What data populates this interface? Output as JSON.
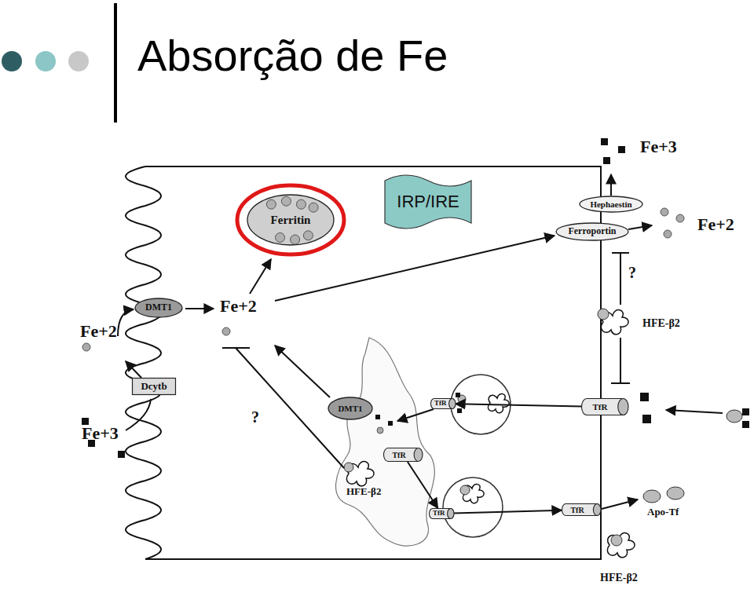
{
  "diagram": {
    "title": "Absorção de Fe",
    "nodes": [
      {
        "text": [
          "Ferritin"
        ]
      },
      {
        "text": [
          "IRP/IRE"
        ]
      },
      {
        "text": [
          "Hephaestin"
        ]
      },
      {
        "text": [
          "Ferroportin"
        ]
      },
      {
        "text": [
          "DMT1"
        ]
      },
      {
        "text": [
          "Dcytb"
        ]
      },
      {
        "text": [
          "DMT1"
        ]
      },
      {
        "text": [
          "TfR"
        ]
      },
      {
        "text": [
          "TfR"
        ]
      },
      {
        "text": [
          "TfR"
        ]
      },
      {
        "text": [
          "TfR"
        ]
      },
      {
        "text": [
          "TfR"
        ]
      }
    ],
    "edges": [
      {
        "from": 8,
        "to": 7,
        "arrow": "to"
      },
      {
        "from": 9,
        "to": 10,
        "arrow": "to"
      },
      {
        "from": 10,
        "to": 11,
        "arrow": "to"
      }
    ],
    "labels": [
      "Fe+2",
      "Fe+2",
      "Fe+3",
      "Fe+3",
      "Fe+2",
      "?",
      "HFE-β2",
      "?",
      "HFE-β2",
      "Apo-Tf",
      "HFE-β2"
    ]
  }
}
